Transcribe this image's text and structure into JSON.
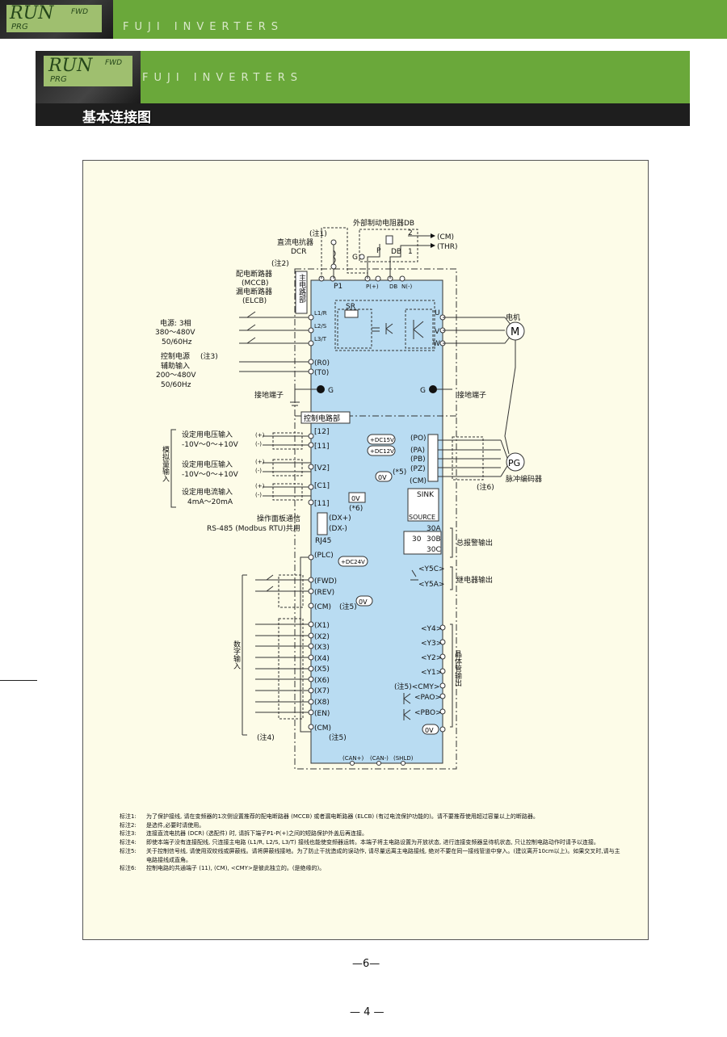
{
  "header": {
    "lcd_run": "RUN",
    "lcd_fwd": "FWD",
    "lcd_prg": "PRG",
    "brand": "FUJI INVERTERS",
    "section_title": "基本连接图"
  },
  "diagram": {
    "external_brake_resistor": "外部制动电阻器DB",
    "note1_tag": "(注1)",
    "dcr_name": "直流电抗器",
    "dcr_abbr": "DCR",
    "note2_tag": "(注2)",
    "breaker_line1": "配电断路器",
    "breaker_line2": "(MCCB)",
    "breaker_line3": "漏电断路器",
    "breaker_line4": "(ELCB)",
    "main_circuit": "主电路部",
    "power_line1": "电源: 3相",
    "power_line2": "380～480V",
    "power_line3": "50/60Hz",
    "ctrl_power1": "控制电源",
    "ctrl_power2": "辅助输入",
    "ctrl_power3": "200～480V",
    "ctrl_power4": "50/60Hz",
    "note3_tag": "(注3)",
    "ground_terminal": "接地端子",
    "motor": "电机",
    "motor_symbol": "M",
    "pg_symbol": "PG",
    "encoder": "脉冲编码器",
    "note6_tag": "(注6)",
    "control_circuit": "控制电路部",
    "analog_input": "模拟量输入",
    "v_set1": "设定用电压输入",
    "v_range1": "-10V～0～+10V",
    "v_set2": "设定用电压输入",
    "v_range2": "-10V～0～+10V",
    "i_set": "设定用电流输入",
    "i_range": "4mA～20mA",
    "rs485_1": "操作面板通信",
    "rs485_2": "RS-485 (Modbus RTU)共用",
    "rj45": "RJ45",
    "digital_input": "数字输入",
    "note4_tag": "(注4)",
    "note5_tag": "(注5)",
    "alarm_output": "总报警输出",
    "relay_output": "继电器输出",
    "transistor_output": "晶体管输出",
    "sink": "SINK",
    "source": "SOURCE",
    "dc15": "+DC15V",
    "dc12": "+DC12V",
    "dc24": "+DC24V",
    "zero_v": "0V",
    "note6_star": "(*6)",
    "note5_star": "(*5)",
    "t_p1": "P1",
    "t_pplus": "P(+)",
    "t_db": "DB",
    "t_nminus": "N(-)",
    "t_p": "P",
    "t_db1": "DB",
    "t_db_n1": "1",
    "t_db_n2": "2",
    "t_cm_db": "(CM)",
    "t_thr": "(THR)",
    "t_g": "G",
    "t_sr": "SR",
    "t_l1": "L1/R",
    "t_l2": "L2/S",
    "t_l3": "L3/T",
    "t_u": "U",
    "t_v": "V",
    "t_w": "W",
    "t_r0": "(R0)",
    "t_t0": "(T0)",
    "t_12": "[12]",
    "t_11a": "[11]",
    "t_v2": "[V2]",
    "t_c1": "[C1]",
    "t_11b": "[11]",
    "t_po": "(PO)",
    "t_pa": "(PA)",
    "t_pb": "(PB)",
    "t_pz": "(PZ)",
    "t_cm": "(CM)",
    "t_dxp": "(DX+)",
    "t_dxm": "(DX-)",
    "t_30a": "30A",
    "t_30b": "30B",
    "t_30c": "30C",
    "t_30": "30",
    "t_plc": "(PLC)",
    "t_fwd": "(FWD)",
    "t_rev": "(REV)",
    "t_x": [
      "(X1)",
      "(X2)",
      "(X3)",
      "(X4)",
      "(X5)",
      "(X6)",
      "(X7)",
      "(X8)",
      "(EN)"
    ],
    "t_y5c": "<Y5C>",
    "t_y5a": "<Y5A>",
    "t_y": [
      "<Y4>",
      "<Y3>",
      "<Y2>",
      "<Y1>"
    ],
    "t_cmy": "(注5)<CMY>",
    "t_pao": "<PAO>",
    "t_pbo": "<PBO>",
    "t_canp": "(CAN+)",
    "t_canm": "(CAN-)",
    "t_shld": "(SHLD)",
    "t_plus": "(+)",
    "t_minus": "(-)"
  },
  "notes": [
    {
      "k": "标注1:",
      "v": "为了保护接线, 请在变频器的1次侧设置推荐的配电断路器 (MCCB) 或者漏电断路器 (ELCB) (有过电流保护功能的)。请不要推荐使用超过容量以上的断路器。"
    },
    {
      "k": "标注2:",
      "v": "是选件,必要时请使用。"
    },
    {
      "k": "标注3:",
      "v": "连接直流电抗器 (DCR) (选配件) 时, 请拆下端子P1-P(+)之间的短路保护外盖后再连接。"
    },
    {
      "k": "标注4:",
      "v": "即使本端子没有连接配线, 只连接主电路 (L1/R, L2/S, L3/T) 接线也能使变频器运转。本端子将主电路设置为开放状态, 进行连接变频器呈待机状态, 只让控制电路动作时请予以连接。"
    },
    {
      "k": "标注5:",
      "v": "关于控制信号线, 请使用双绞线或屏蔽线。请将屏蔽线接地。为了防止干扰造成的误动作, 请尽量远离主电路接线, 绝对不要在同一接线管道中穿入。(建议离开10cm以上)。如果交叉时,请与主电路接线成直角。"
    },
    {
      "k": "标注6:",
      "v": "控制电路的共通端子 (11), (CM), <CMY>是彼此独立的。(是绝缘的)。"
    }
  ],
  "page_numbers": {
    "inner": "—6—",
    "outer": "— 4 —"
  }
}
